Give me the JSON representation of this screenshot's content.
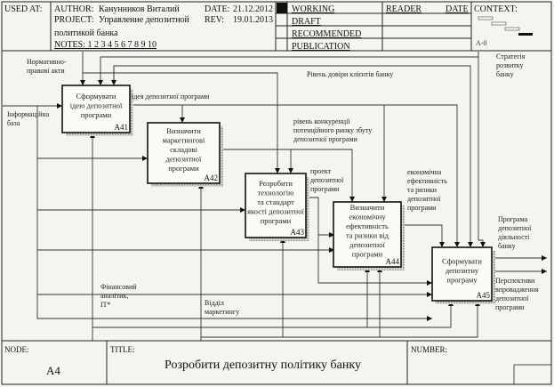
{
  "header": {
    "used_at": "USED AT:",
    "author_label": "AUTHOR:",
    "author": "Канунников Виталий",
    "date_label": "DATE:",
    "date": "21.12.2012",
    "project_label": "PROJECT:",
    "project_line1": "Управление депозитной",
    "project_line2": "политикой банка",
    "rev_label": "REV:",
    "rev": "19.01.2013",
    "notes": "NOTES: 1 2 3 4 5 6 7 8 9 10",
    "status": [
      "WORKING",
      "DRAFT",
      "RECOMMENDED",
      "PUBLICATION"
    ],
    "reader": "READER",
    "reader_date": "DATE",
    "context": "CONTEXT:",
    "context_node": "A-0"
  },
  "boxes": [
    {
      "id": "A41",
      "lines": [
        "Сформувати",
        "ідею депозитної",
        "програми"
      ]
    },
    {
      "id": "A42",
      "lines": [
        "Визначити",
        "маркетингові",
        "складові",
        "депозитної",
        "програми"
      ]
    },
    {
      "id": "A43",
      "lines": [
        "Розробити",
        "технологію",
        "та стандарт",
        "якості депозитної",
        "програми"
      ]
    },
    {
      "id": "A44",
      "lines": [
        "Визначити",
        "економічну",
        "ефективність",
        "та ризики від",
        "депозитної",
        "програми"
      ]
    },
    {
      "id": "A45",
      "lines": [
        "Сформувати",
        "депозитну",
        "програму"
      ]
    }
  ],
  "arrow_labels": [
    {
      "key": "normative-acts",
      "lines": [
        "Нормативно-",
        "правові акти"
      ]
    },
    {
      "key": "information-base",
      "lines": [
        "Інформаційна",
        "база"
      ]
    },
    {
      "key": "program-idea",
      "lines": [
        "ідея депозитної програми"
      ]
    },
    {
      "key": "client-trust",
      "lines": [
        "Рівень довіри клієнтів банку"
      ]
    },
    {
      "key": "bank-strategy",
      "lines": [
        "Стратегія",
        "розвитку",
        "банку"
      ]
    },
    {
      "key": "competition-level",
      "lines": [
        "рівень конкуренції",
        "потенційного ринку збуту",
        "депозитної програми"
      ]
    },
    {
      "key": "program-project",
      "lines": [
        "проект",
        "депозитної",
        "програми"
      ]
    },
    {
      "key": "economic-efficiency",
      "lines": [
        "економічна",
        "ефективність",
        "та ризики",
        "депозитної",
        "програми"
      ]
    },
    {
      "key": "deposit-activity-program",
      "lines": [
        "Програма",
        "депозитної",
        "діяльності",
        "банку"
      ]
    },
    {
      "key": "implementation-prospects",
      "lines": [
        "Перспективи",
        "впровадження",
        "депозитної",
        "програми"
      ]
    },
    {
      "key": "financial-analyst",
      "lines": [
        "Фінансовий",
        "аналітик,",
        "IT*"
      ]
    },
    {
      "key": "marketing-department",
      "lines": [
        "Відділ",
        "маркетингу"
      ]
    }
  ],
  "footer": {
    "node_label": "NODE:",
    "node": "A4",
    "title_label": "TITLE:",
    "title": "Розробити депозитну політику банку",
    "number_label": "NUMBER:"
  }
}
